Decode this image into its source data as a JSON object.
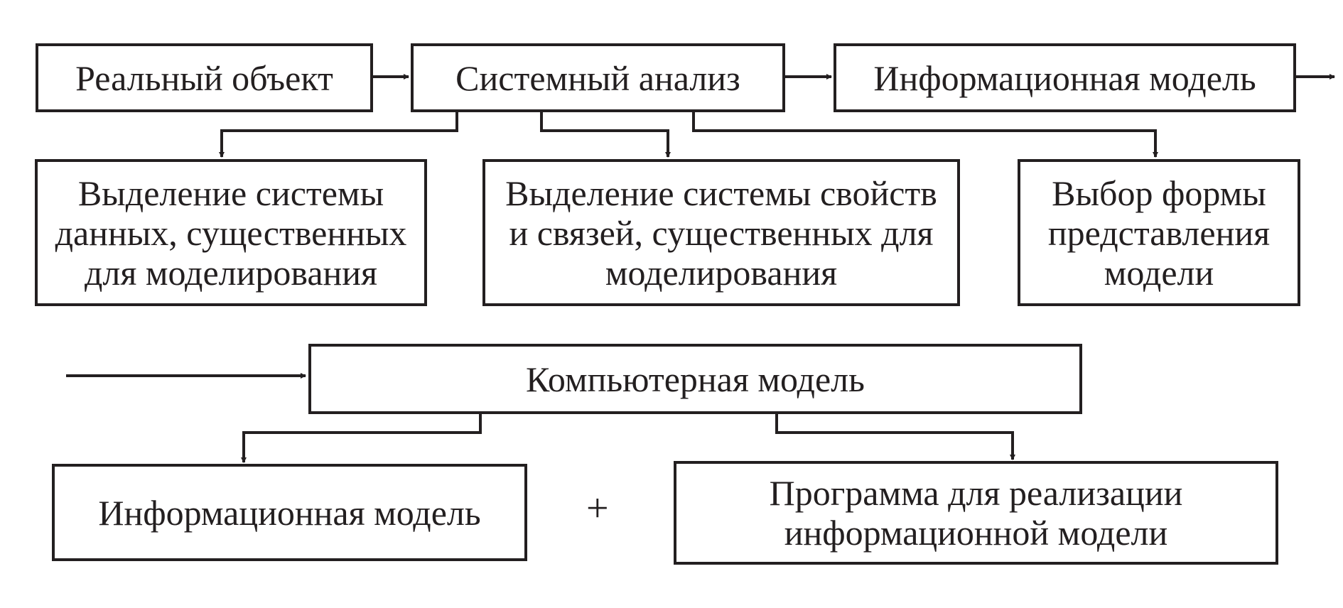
{
  "diagram": {
    "colors": {
      "stroke": "#231f20",
      "background": "#ffffff"
    },
    "nodes": {
      "real_object": "Реальный объект",
      "system_analysis": "Системный анализ",
      "info_model_top": "Информационная модель",
      "data_system_1": "Выделение системы",
      "data_system_2": "данных, существенных",
      "data_system_3": "для моделирования",
      "props_links_1": "Выделение системы свойств",
      "props_links_2": "и связей, существенных для",
      "props_links_3": "моделирования",
      "form_choice_1": "Выбор формы",
      "form_choice_2": "представления",
      "form_choice_3": "модели",
      "computer_model": "Компьютерная модель",
      "info_model_bottom": "Информационная модель",
      "program_1": "Программа для реализации",
      "program_2": "информационной модели"
    },
    "plus_sign": "+"
  }
}
